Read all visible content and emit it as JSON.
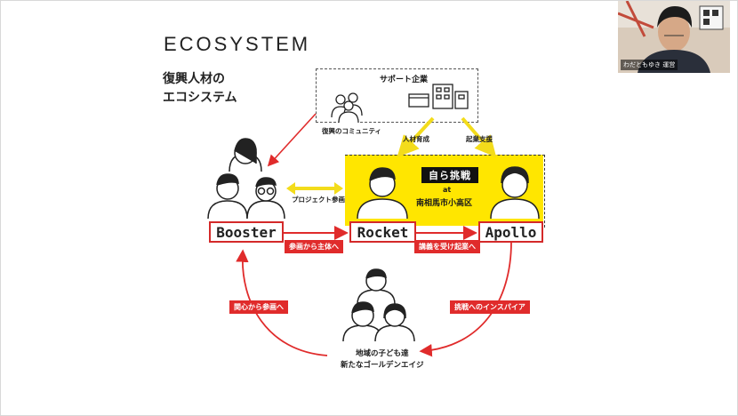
{
  "slide": {
    "title": "ECOSYSTEM",
    "subtitle_line1": "復興人材の",
    "subtitle_line2": "エコシステム",
    "support": {
      "label": "サポート企業",
      "community_label": "復興のコミュニティ",
      "talent_label": "人材育成",
      "startup_label": "起業支援"
    },
    "challenge_box": {
      "title": "自ら挑戦",
      "at": "at",
      "place": "南相馬市小高区"
    },
    "project_label": "プロジェクト参画",
    "stages": {
      "booster": "Booster",
      "rocket": "Rocket",
      "apollo": "Apollo"
    },
    "flows": {
      "booster_to_rocket": "参画から主体へ",
      "rocket_to_apollo": "講義を受け起業へ",
      "kids_to_booster": "関心から参画へ",
      "apollo_to_kids": "挑戦へのインスパイア"
    },
    "kids_line1": "地域の子ども達",
    "kids_line2": "新たなゴールデンエイジ"
  },
  "webcam": {
    "name_tag": "わだともゆき 運営"
  },
  "colors": {
    "accent_red": "#e02b2b",
    "accent_yellow": "#ffe600",
    "arrow_yellow": "#f3dc1b"
  }
}
